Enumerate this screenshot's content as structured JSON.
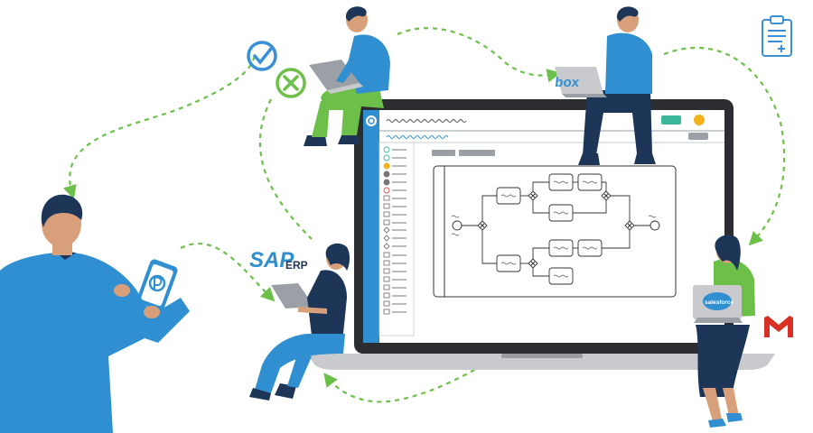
{
  "brands": {
    "sap": "SAP",
    "erp": "ERP",
    "box": "box",
    "salesforce": "salesforce"
  },
  "icons": [
    "check-circle-icon",
    "x-circle-icon",
    "clipboard-icon",
    "gmail-icon",
    "app-logo-icon"
  ],
  "colors": {
    "primary_blue": "#2f8fd0",
    "dark_navy": "#1d3557",
    "green_arrow": "#6cc04a",
    "check_blue": "#3a8fd6",
    "x_green": "#6cc04a",
    "gmail_red": "#d93025",
    "laptop_dark": "#2b2d31",
    "laptop_silver": "#c8cacd",
    "sidebar_blue": "#2f8fd0"
  }
}
